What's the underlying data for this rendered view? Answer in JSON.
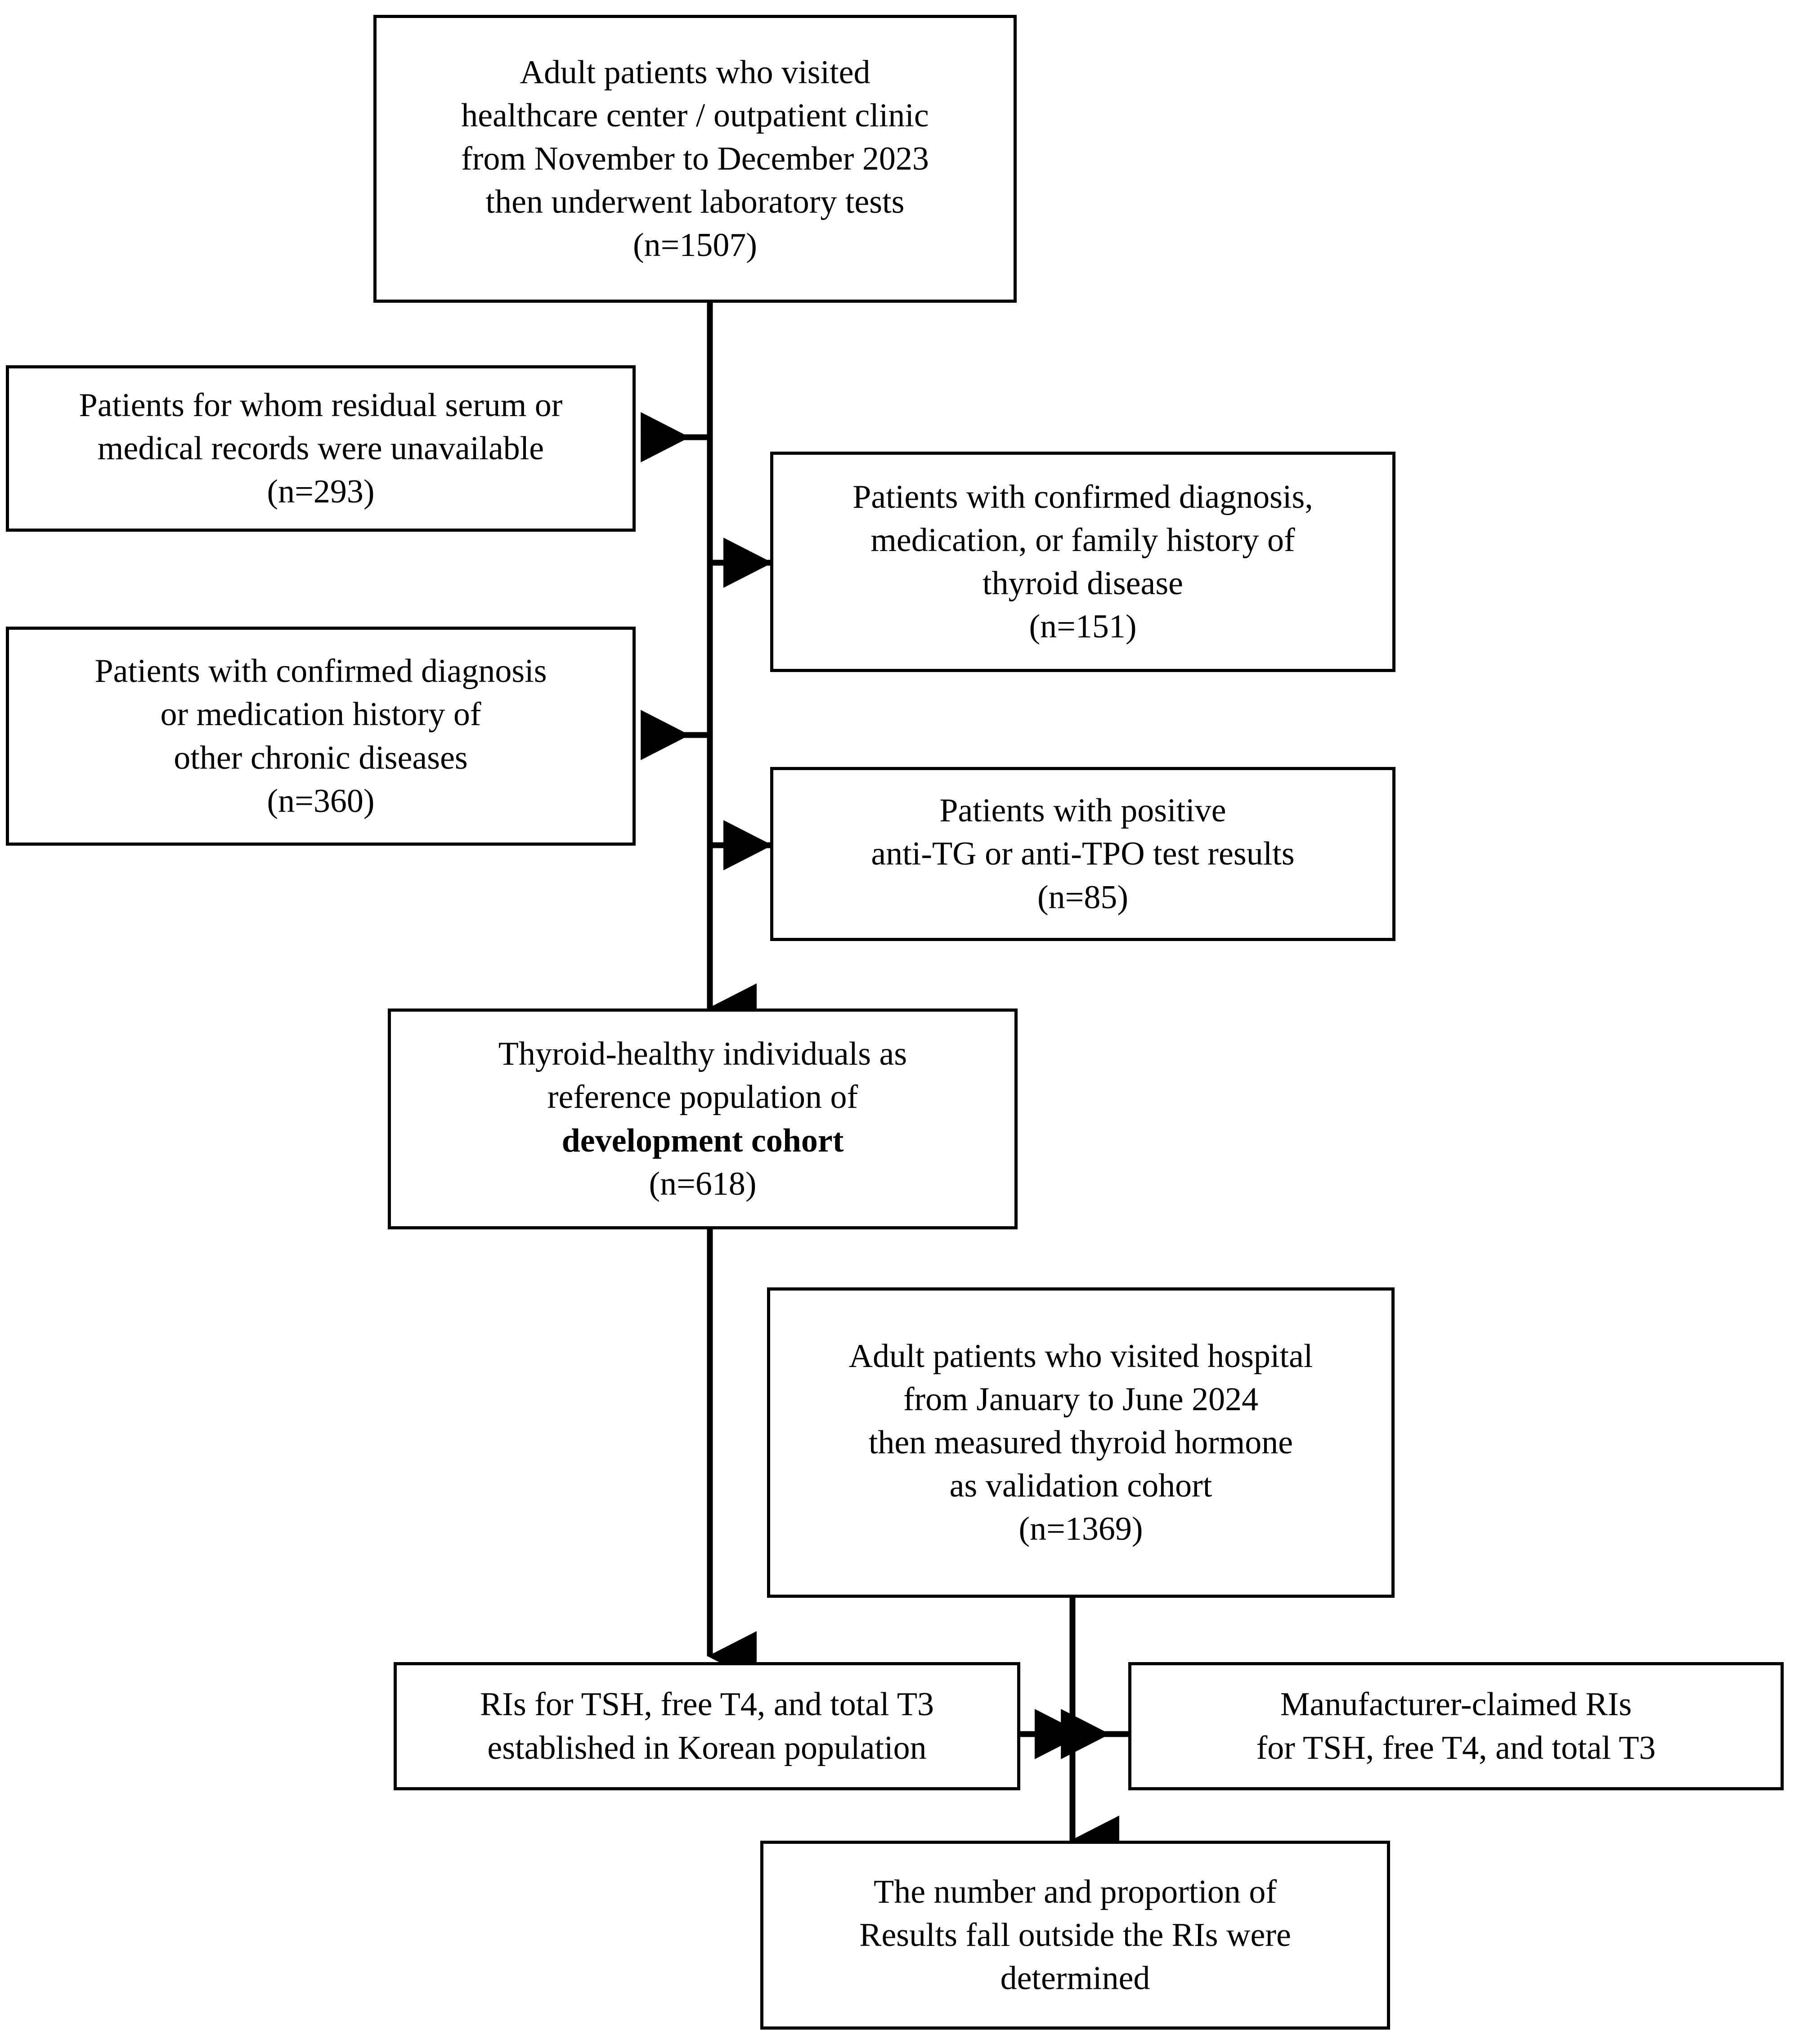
{
  "diagram": {
    "title": "Study population flow diagram",
    "type": "flowchart",
    "stroke_color": "#000000",
    "background_color": "#ffffff",
    "text_color": "#000000"
  },
  "nodes": {
    "source_population": {
      "name": "source-population",
      "lines": [
        "Adult patients who visited",
        "healthcare center / outpatient clinic",
        "from November to December 2023",
        "then underwent laboratory tests",
        "(n=1507)"
      ],
      "count": "1507"
    },
    "excluded_unavailable": {
      "name": "excluded-unavailable-records",
      "lines": [
        "Patients for whom residual serum or",
        "medical records were unavailable",
        "(n=293)"
      ],
      "count": "293"
    },
    "excluded_thyroid": {
      "name": "excluded-thyroid-disease",
      "lines": [
        "Patients with confirmed diagnosis,",
        "medication, or family history of",
        "thyroid disease",
        "(n=151)"
      ],
      "count": "151"
    },
    "excluded_chronic": {
      "name": "excluded-chronic-disease",
      "lines": [
        "Patients with confirmed diagnosis",
        "or medication history of",
        "other chronic diseases",
        "(n=360)"
      ],
      "count": "360"
    },
    "excluded_antibody": {
      "name": "excluded-positive-antibody",
      "lines": [
        "Patients with positive",
        "anti-TG or anti-TPO test results",
        "(n=85)"
      ],
      "count": "85"
    },
    "development_cohort": {
      "name": "development-cohort",
      "lines": [
        {
          "text": "Thyroid-healthy individuals as",
          "bold": false
        },
        {
          "text": "reference population of",
          "bold": false
        },
        {
          "text": "development cohort",
          "bold": true
        },
        {
          "text": "(n=618)",
          "bold": false
        }
      ],
      "count": "618"
    },
    "validation_cohort": {
      "name": "validation-cohort",
      "lines": [
        {
          "text": "Adult patients who visited hospital",
          "bold": false
        },
        {
          "text": "from January to June 2024",
          "bold": false
        },
        {
          "text": "then measured thyroid hormone",
          "bold": false
        },
        {
          "text": "as validation cohort",
          "bold": false,
          "mixed": true
        },
        {
          "text": "(n=1369)",
          "bold": false
        }
      ],
      "mixed_prefix": "as ",
      "mixed_bold": "validation cohort",
      "count": "1369"
    },
    "korean_ris": {
      "name": "korean-population-ris",
      "lines": [
        "RIs for TSH, free T4, and total T3",
        "established in Korean population"
      ]
    },
    "manufacturer_ris": {
      "name": "manufacturer-claimed-ris",
      "lines": [
        "Manufacturer-claimed RIs",
        "for TSH, free T4, and total T3"
      ]
    },
    "outcome": {
      "name": "outcome-determination",
      "lines": [
        "The number and proportion of",
        "Results fall outside the RIs were",
        "determined"
      ]
    }
  },
  "connectors": [
    {
      "name": "spine-source-to-development",
      "from": "source_population",
      "to": "development_cohort",
      "style": "arrow-down"
    },
    {
      "name": "branch-to-excluded-unavailable",
      "from": "spine",
      "to": "excluded_unavailable",
      "style": "arrow-left"
    },
    {
      "name": "branch-to-excluded-thyroid",
      "from": "spine",
      "to": "excluded_thyroid",
      "style": "arrow-right"
    },
    {
      "name": "branch-to-excluded-chronic",
      "from": "spine",
      "to": "excluded_chronic",
      "style": "arrow-left"
    },
    {
      "name": "branch-to-excluded-antibody",
      "from": "spine",
      "to": "excluded_antibody",
      "style": "arrow-right"
    },
    {
      "name": "development-to-korean-ris",
      "from": "development_cohort",
      "to": "korean_ris",
      "style": "arrow-down"
    },
    {
      "name": "validation-to-junction",
      "from": "validation_cohort",
      "to": "junction",
      "style": "line-down"
    },
    {
      "name": "korean-ris-to-junction",
      "from": "korean_ris",
      "to": "junction",
      "style": "arrow-right"
    },
    {
      "name": "manufacturer-ris-to-junction",
      "from": "manufacturer_ris",
      "to": "junction",
      "style": "arrow-left"
    },
    {
      "name": "junction-to-outcome",
      "from": "junction",
      "to": "outcome",
      "style": "arrow-down"
    }
  ]
}
